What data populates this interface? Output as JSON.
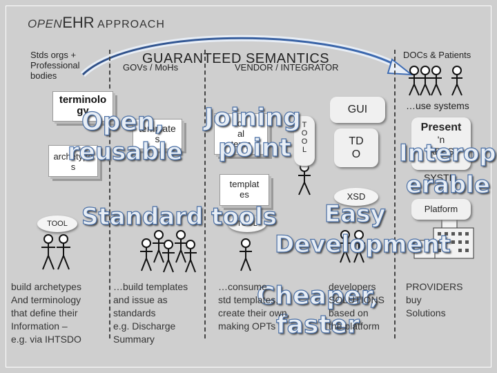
{
  "title": {
    "open": "OPEN",
    "ehr": "EHR",
    "approach": "APPROACH"
  },
  "banner": "GUARANTEED SEMANTICS",
  "columns": {
    "c1": [
      "Stds orgs +",
      "Professional",
      "bodies"
    ],
    "c2": "GOVs / MoHs",
    "c3": "VENDOR / INTEGRATOR",
    "c4": "DOCs & Patients"
  },
  "boxes": {
    "terminology": [
      "terminolo",
      "gy"
    ],
    "archetypes": [
      "archetype",
      "s"
    ],
    "templates": [
      "template",
      "s"
    ],
    "local": [
      "loc",
      "al",
      "temp"
    ],
    "templates2": [
      "templat",
      "es"
    ],
    "tool_strip": [
      "T",
      "O",
      "O",
      "L"
    ],
    "gui": "GUI",
    "tdo": [
      "TD",
      "O"
    ],
    "xsd": "XSD",
    "tool_left": "TOOL",
    "tool_mid": "TOOL",
    "present": [
      "Present",
      "'n",
      "APPS"
    ],
    "system": "SYSTE",
    "platform": "Platform",
    "use_systems": "…use systems"
  },
  "overlay": {
    "open": "Open,",
    "reusable": "reusable",
    "joining": "Joining",
    "point": "point",
    "standard_tools": "Standard tools",
    "easy": "Easy",
    "development": "Development",
    "cheaper": "Cheaper,",
    "faster": "faster",
    "interop": "Interop-",
    "erable": "erable"
  },
  "bottom": {
    "c1": [
      "build archetypes",
      "And terminology",
      "that define their",
      "Information –",
      "e.g. via IHTSDO"
    ],
    "c2": [
      "…build templates",
      "and issue as",
      "standards",
      "e.g. Discharge",
      "Summary"
    ],
    "c3": [
      "…consume",
      "std templates,",
      "create their own,",
      "making OPTs"
    ],
    "c4": [
      "developers",
      "",
      "SOLUTIONS",
      "based on",
      "the platform"
    ],
    "c5": [
      "PROVIDERS",
      "buy",
      "Solutions"
    ]
  }
}
